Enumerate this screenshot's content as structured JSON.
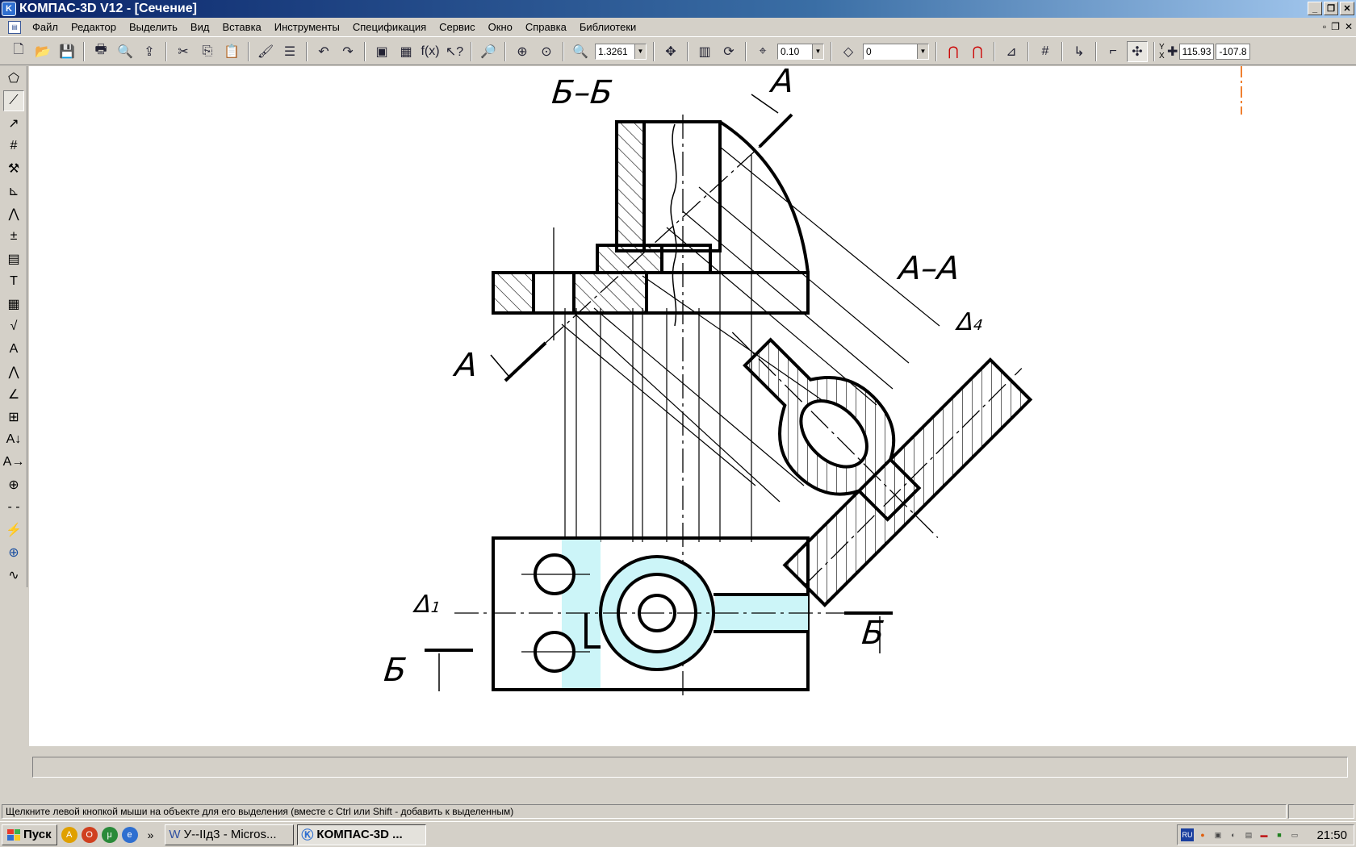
{
  "window": {
    "title": "КОМПАС-3D V12 - [Сечение]",
    "app_icon": "K"
  },
  "menu": {
    "items": [
      "Файл",
      "Редактор",
      "Выделить",
      "Вид",
      "Вставка",
      "Инструменты",
      "Спецификация",
      "Сервис",
      "Окно",
      "Справка",
      "Библиотеки"
    ]
  },
  "toolbar": {
    "zoom_value": "1.3261",
    "step_value": "0.10",
    "layer_value": "0",
    "coord_y_label": "Y",
    "coord_x_label": "X",
    "coord_x": "115.93",
    "coord_y": "-107.8",
    "fx_label": "f(x)"
  },
  "drawing": {
    "label_bb_top": "Б–Б",
    "label_a_top": "А",
    "label_a_bottom": "А",
    "label_aa": "А–А",
    "label_delta4": "Δ",
    "label_delta4_sub": "4",
    "label_delta1": "Δ",
    "label_delta1_sub": "1",
    "label_b_left": "Б",
    "label_b_right": "Б",
    "fill_color": "#ccf5f8"
  },
  "status": {
    "message": "Щелкните левой кнопкой мыши на объекте для его выделения (вместе с Ctrl или Shift - добавить к выделенным)"
  },
  "taskbar": {
    "start_label": "Пуск",
    "tasks": [
      "У--IIд3 - Micros...",
      "КОМПАС-3D ..."
    ],
    "lang": "RU",
    "clock": "21:50"
  }
}
